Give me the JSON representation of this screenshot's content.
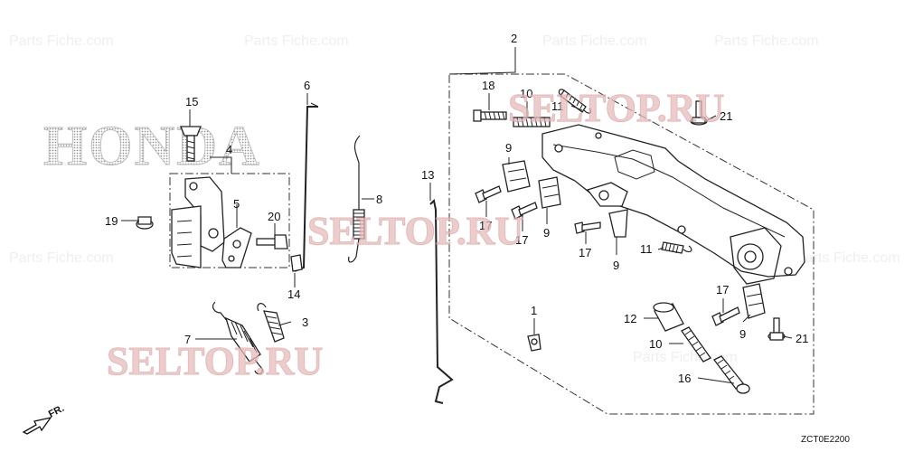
{
  "brand_logo_text": "HONDA",
  "watermark_text": "SELTOP.RU",
  "faint_text": "Parts Fiche.com",
  "diagram_code": "ZCT0E2200",
  "front_marker": "FR.",
  "callouts": {
    "n1": "1",
    "n2": "2",
    "n3": "3",
    "n4": "4",
    "n5": "5",
    "n6": "6",
    "n7": "7",
    "n8": "8",
    "n9a": "9",
    "n9b": "9",
    "n9c": "9",
    "n9d": "9",
    "n10a": "10",
    "n10b": "10",
    "n11a": "11",
    "n11b": "11",
    "n12": "12",
    "n13": "13",
    "n14": "14",
    "n15": "15",
    "n16": "16",
    "n17a": "17",
    "n17b": "17",
    "n17c": "17",
    "n17d": "17",
    "n18": "18",
    "n19": "19",
    "n20": "20",
    "n21a": "21",
    "n21b": "21"
  }
}
